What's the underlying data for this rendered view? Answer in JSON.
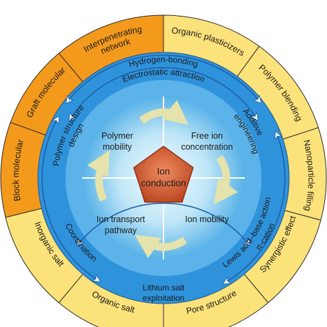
{
  "center": {
    "line1": "Ion",
    "line2": "conduction"
  },
  "quadrants": {
    "top_left": [
      "Polymer",
      "mobility"
    ],
    "top_right": [
      "Free ion",
      "concentration"
    ],
    "bottom_left": [
      "Ion transport",
      "pathway"
    ],
    "bottom_right": [
      "Ion mobility"
    ]
  },
  "strategies": {
    "polymer_structure": [
      "Polymer structure",
      "design"
    ],
    "additive": [
      "Additive",
      "engineering"
    ],
    "lithium_salt": [
      "Lithium salt",
      "exploitation"
    ]
  },
  "interactions": {
    "hydrogen_bonding": "Hydrogen-bonding",
    "electrostatic": "Electrostatic attraction",
    "coordination": "Coordination",
    "lewis_acid_base": "Lewis acid–base action",
    "pi_cation": "π-cation"
  },
  "outer_segments": {
    "interpenetrating": [
      "Interpenetrating",
      "network"
    ],
    "organic_plasticizers": "Organic plasticizers",
    "polymer_blending": "Polymer blending",
    "nanoparticle_filling": "Nanoparticle filling",
    "synergistic_effect": "Synergistic effect",
    "pore_structure": "Pore structure",
    "organic_salt": "Organic salt",
    "inorganic_salt": "Inorganic salt",
    "block_molecular": "Block molecular",
    "graft_molecular": "Graft molecular"
  },
  "colors": {
    "orange_segment": "#f39a1c",
    "yellow_segment": "#fce27a",
    "outer_blue": "#2f93dc",
    "inner_blue": "#5fb5ea",
    "core_center": "#d9f2fb",
    "pentagon": "#c2552a",
    "arrow_cream": "#e8e6b2"
  }
}
